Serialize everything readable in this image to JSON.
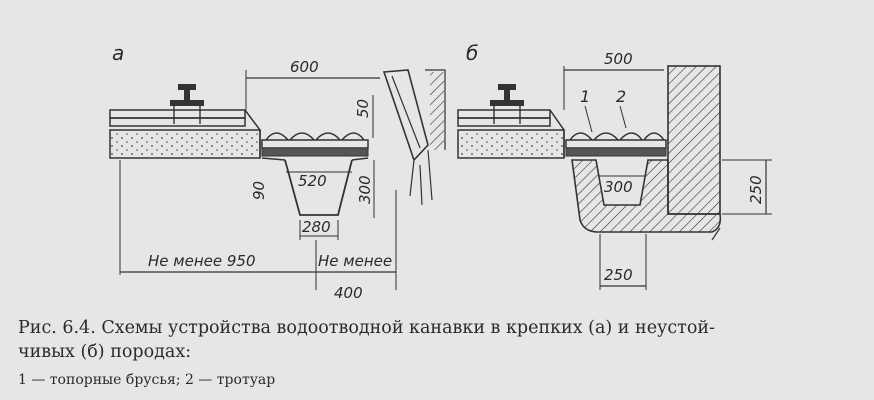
{
  "figure": {
    "panel_a": "а",
    "panel_b": "б",
    "a_dims": {
      "width_top": "600",
      "depth_small": "50",
      "trench_top": "520",
      "side": "90",
      "depth": "300",
      "trench_bottom": "280",
      "min_left": "Не менее 950",
      "min_right": "Не менее",
      "min_right_value": "400"
    },
    "b_dims": {
      "width_top": "500",
      "label_1": "1",
      "label_2": "2",
      "trench_top": "300",
      "depth": "250",
      "bottom": "250"
    }
  },
  "caption": {
    "line1": "Рис. 6.4. Схемы устройства водоотводной канавки в крепких (а) и неустой-",
    "line2": "чивых (б) породах:"
  },
  "legend": "1 — топорные брусья; 2 — тротуар"
}
